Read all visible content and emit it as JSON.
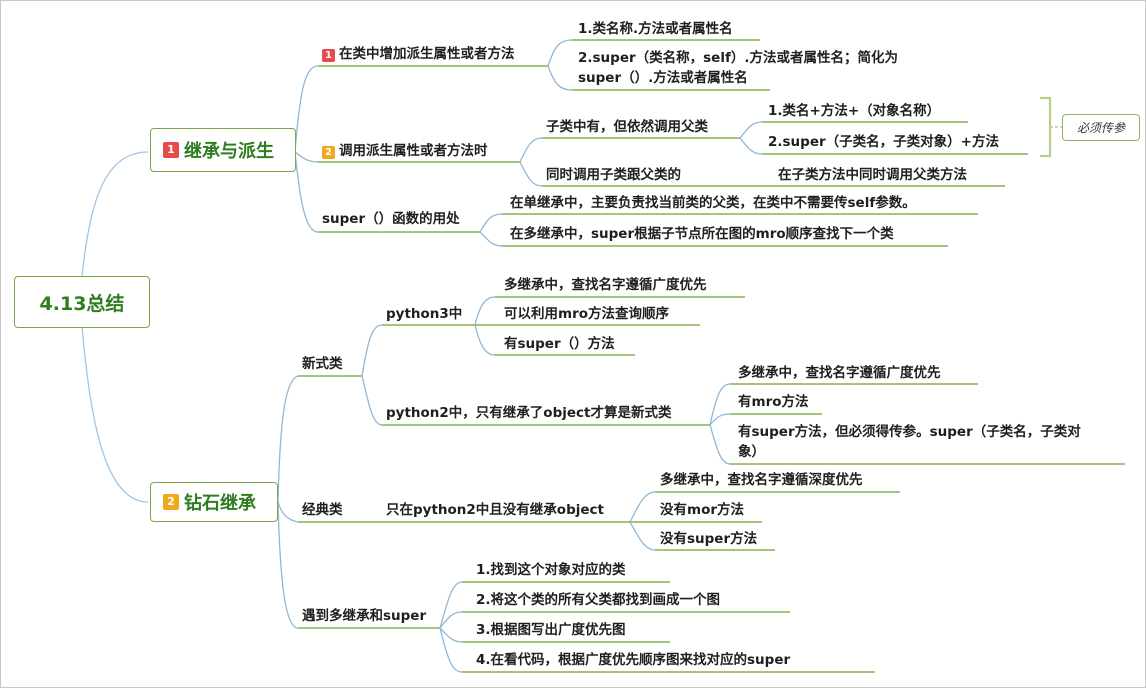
{
  "root": "4.13总结",
  "branch1": {
    "badge": "1",
    "label": "继承与派生",
    "sub1": {
      "badge": "1",
      "label": "在类中增加派生属性或者方法",
      "items": [
        "1.类名称.方法或者属性名",
        "2.super（类名称，self）.方法或者属性名；简化为",
        "super（）.方法或者属性名"
      ]
    },
    "sub2": {
      "badge": "2",
      "label": "调用派生属性或者方法时",
      "child1": {
        "label": "子类中有，但依然调用父类",
        "items": [
          "1.类名+方法+（对象名称）",
          "2.super（子类名，子类对象）+方法"
        ]
      },
      "child2": {
        "label": "同时调用子类跟父类的",
        "item": "在子类方法中同时调用父类方法"
      },
      "note": "必须传参"
    },
    "sub3": {
      "label": "super（）函数的用处",
      "items": [
        "在单继承中，主要负责找当前类的父类，在类中不需要传self参数。",
        "在多继承中，super根据子节点所在图的mro顺序查找下一个类"
      ]
    }
  },
  "branch2": {
    "badge": "2",
    "label": "钻石继承",
    "newstyle": {
      "label": "新式类",
      "py3": {
        "label": "python3中",
        "items": [
          "多继承中，查找名字遵循广度优先",
          "可以利用mro方法查询顺序",
          "有super（）方法"
        ]
      },
      "py2": {
        "label": "python2中，只有继承了object才算是新式类",
        "items": [
          "多继承中，查找名字遵循广度优先",
          "有mro方法",
          "有super方法，但必须得传参。super（子类名，子类对",
          "象）"
        ]
      }
    },
    "classic": {
      "label": "经典类",
      "sub": {
        "label": "只在python2中且没有继承object",
        "items": [
          "多继承中，查找名字遵循深度优先",
          "没有mor方法",
          "没有super方法"
        ]
      }
    },
    "multi": {
      "label": "遇到多继承和super",
      "items": [
        "1.找到这个对象对应的类",
        "2.将这个类的所有父类都找到画成一个图",
        "3.根据图写出广度优先图",
        "4.在看代码，根据广度优先顺序图来找对应的super"
      ]
    }
  }
}
